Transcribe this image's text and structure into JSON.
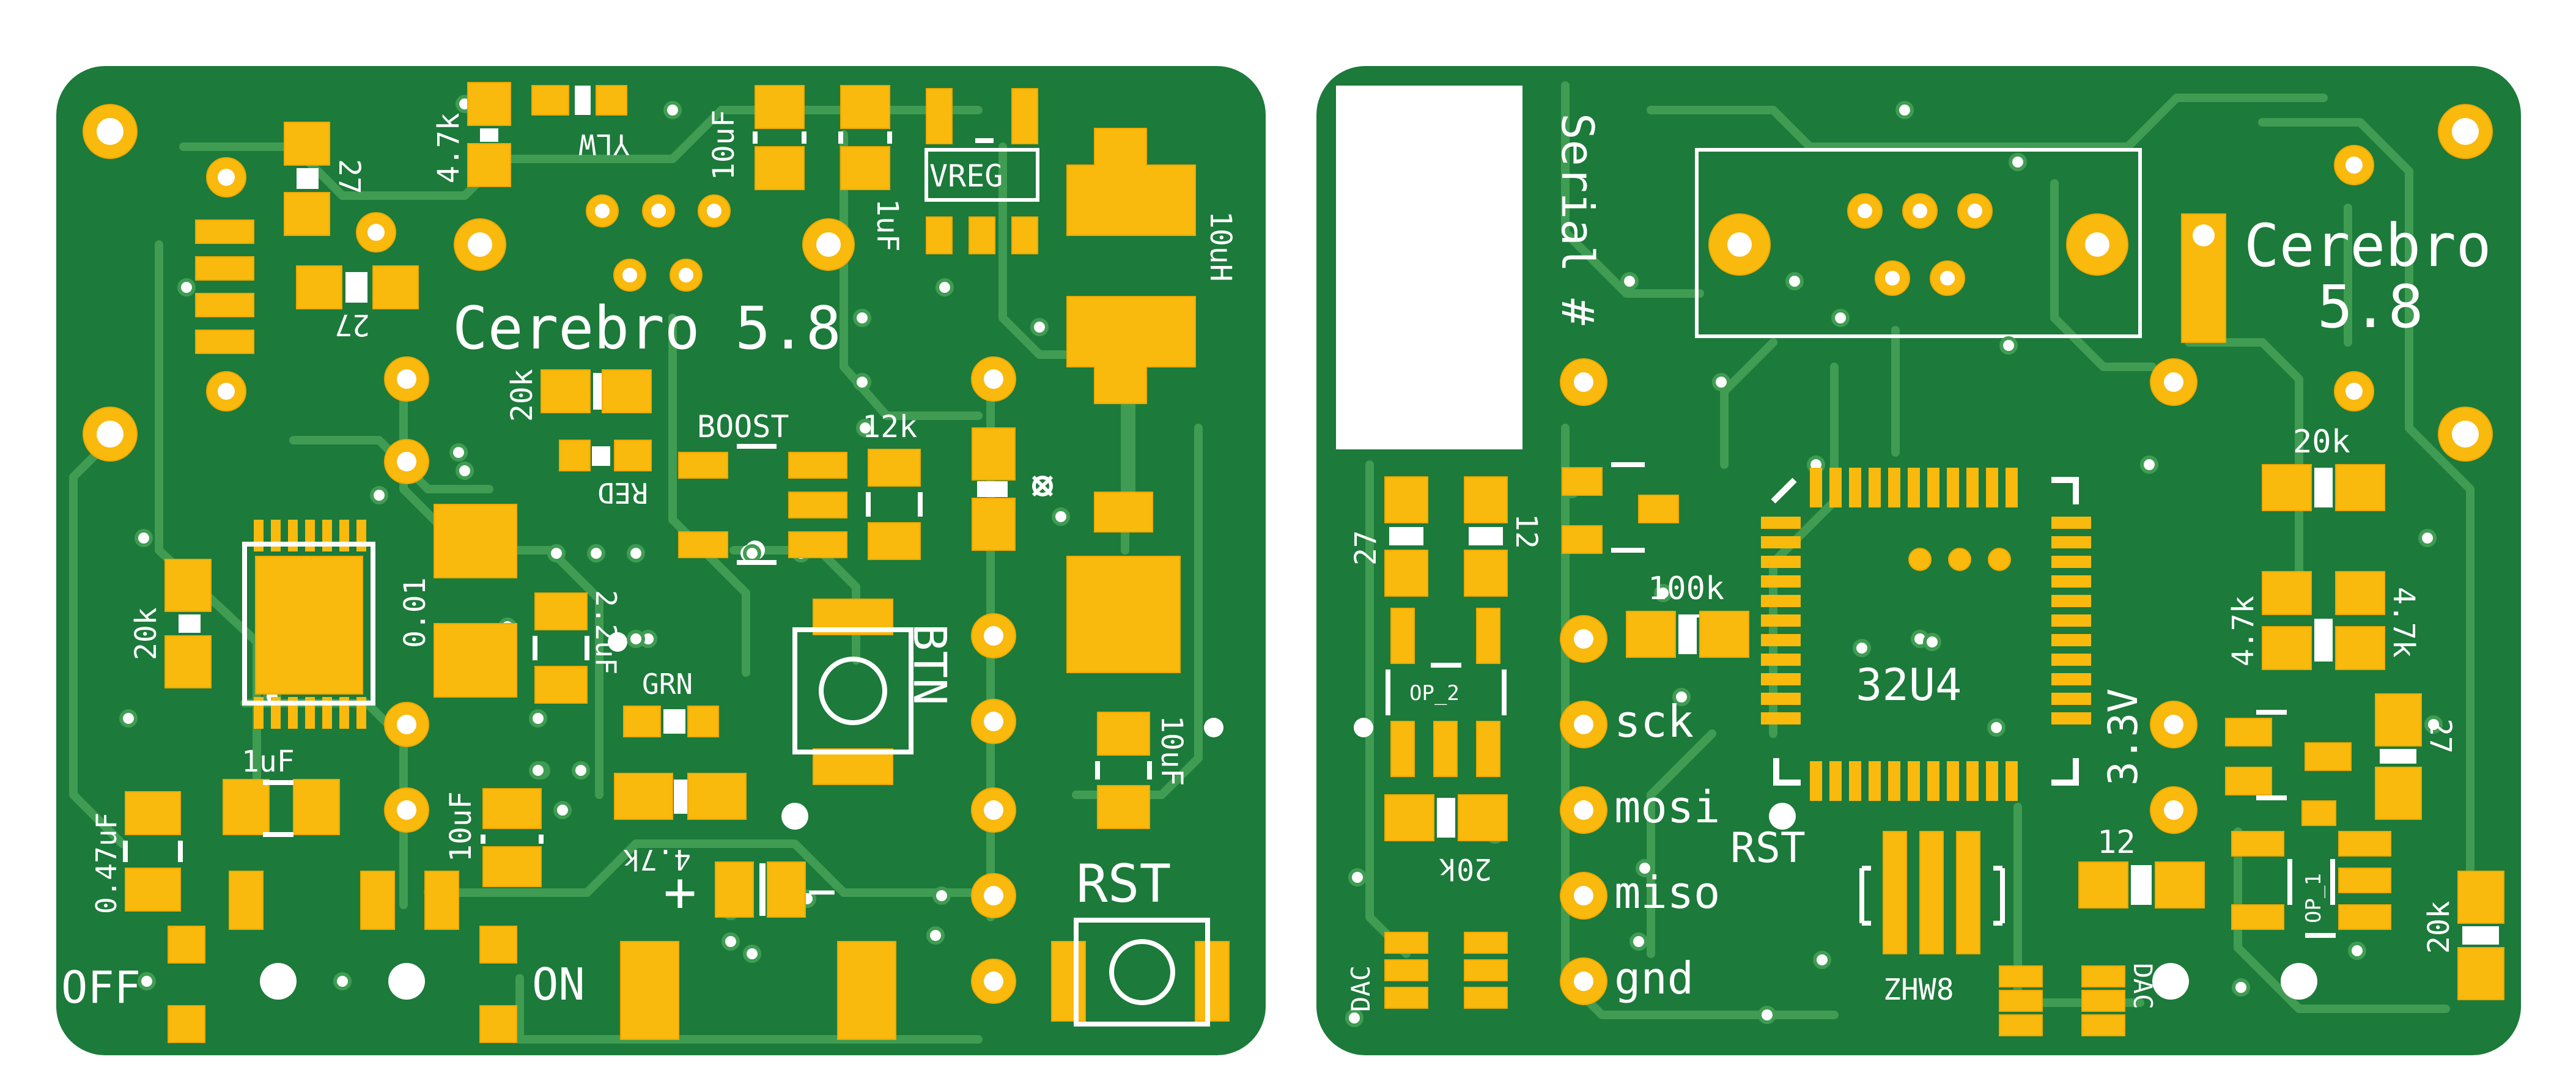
{
  "colors": {
    "board": "#1c7a3a",
    "trace": "#3f9c52",
    "pad": "#f9b90d",
    "silkscreen": "#ffffff",
    "background": "#ffffff"
  },
  "left_board": {
    "title": "Cerebro 5.8",
    "labels": {
      "r27_top": "27",
      "r27_mid": "27",
      "r4k7_top": "4.7k",
      "ylw": "YLW",
      "c10uF_top": "10uF",
      "c1uF_top": "1uF",
      "vreg": "VREG",
      "l10uH": "10uH",
      "r20k_a": "20k",
      "red": "RED",
      "boost": "BOOST",
      "r12k": "12k",
      "r20k_b": "20k",
      "c001": "0.01",
      "c22uF": "2.2uF",
      "grn": "GRN",
      "btn": "BTN",
      "c10uF_right": "10uF",
      "c047uF": "0.47uF",
      "c1uF_bot": "1uF",
      "c10uF_bot": "10uF",
      "r4k7_bot": "4.7k",
      "plus": "+",
      "minus": "−",
      "rst": "RST",
      "off": "OFF",
      "on": "ON"
    }
  },
  "right_board": {
    "title_line1": "Cerebro",
    "title_line2": "5.8",
    "serial": "Serial #",
    "labels": {
      "r27_left": "27",
      "r12_left": "12",
      "r100k": "100k",
      "op2": "OP_2",
      "r20k_left": "20k",
      "dac_left": "DAC",
      "mcu": "32U4",
      "v33": "3.3V",
      "rst": "RST",
      "zhw8": "ZHW8",
      "dac_right": "DAC",
      "r20k_top": "20k",
      "r47k_a": "4.7k",
      "r47k_b": "4.7k",
      "r27_right": "27",
      "r12_right": "12",
      "op1": "OP_1",
      "r20k_right": "20k"
    },
    "pins": [
      "sck",
      "mosi",
      "miso",
      "gnd"
    ]
  }
}
